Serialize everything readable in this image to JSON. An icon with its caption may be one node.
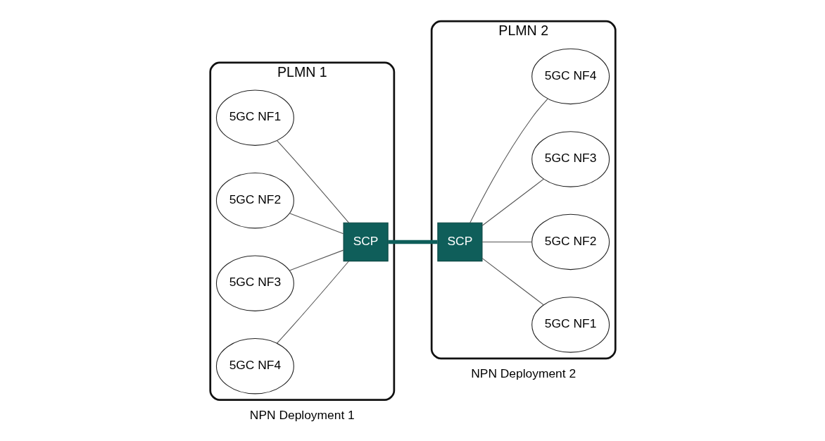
{
  "diagram": {
    "nodes": [
      {
        "text": [
          "PLMN 1"
        ],
        "beside": [
          "NPN Deployment 1"
        ]
      },
      {
        "text": [
          "5GC NF1"
        ],
        "in": 0
      },
      {
        "text": [
          "5GC NF2"
        ],
        "in": 0
      },
      {
        "text": [
          "5GC NF3"
        ],
        "in": 0
      },
      {
        "text": [
          "5GC NF4"
        ],
        "in": 0
      },
      {
        "text": [
          "SCP"
        ],
        "in": 0
      },
      {
        "text": [
          "PLMN 2"
        ],
        "beside": [
          "NPN Deployment 2"
        ]
      },
      {
        "text": [
          "SCP"
        ],
        "in": 6
      },
      {
        "text": [
          "5GC NF1"
        ],
        "in": 6
      },
      {
        "text": [
          "5GC NF2"
        ],
        "in": 6
      },
      {
        "text": [
          "5GC NF3"
        ],
        "in": 6
      },
      {
        "text": [
          "5GC NF4"
        ],
        "in": 6
      }
    ],
    "edges": [
      {
        "from": 1,
        "to": 5,
        "arrow": "none"
      },
      {
        "from": 2,
        "to": 5,
        "arrow": "none"
      },
      {
        "from": 3,
        "to": 5,
        "arrow": "none"
      },
      {
        "from": 4,
        "to": 5,
        "arrow": "none"
      },
      {
        "from": 5,
        "to": 7,
        "arrow": "none",
        "color": "#0f5e5a",
        "style": "thick"
      },
      {
        "from": 7,
        "to": 8,
        "arrow": "none"
      },
      {
        "from": 7,
        "to": 9,
        "arrow": "none"
      },
      {
        "from": 7,
        "to": 10,
        "arrow": "none"
      },
      {
        "from": 7,
        "to": 11,
        "arrow": "none"
      }
    ]
  }
}
